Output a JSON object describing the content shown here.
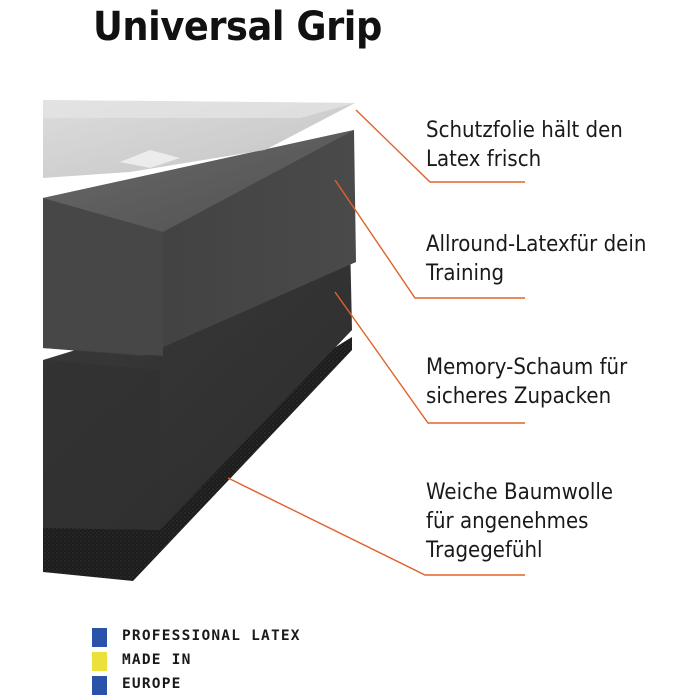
{
  "title": "Universal Grip",
  "accent_color": "#e0622a",
  "layers": [
    {
      "lines": [
        "Schutzfolie hält den",
        "Latex frisch"
      ]
    },
    {
      "lines": [
        "Allround-Latexfür dein",
        "Training"
      ]
    },
    {
      "lines": [
        "Memory-Schaum für",
        "sicheres Zupacken"
      ]
    },
    {
      "lines": [
        "Weiche Baumwolle",
        "für angenehmes",
        "Tragegefühl"
      ]
    }
  ],
  "badge": {
    "rows": [
      {
        "text": "PROFESSIONAL LATEX",
        "color": "#2a52a8"
      },
      {
        "text": "MADE IN",
        "color": "#ece13a"
      },
      {
        "text": "EUROPE",
        "color": "#2a52a8"
      }
    ]
  }
}
